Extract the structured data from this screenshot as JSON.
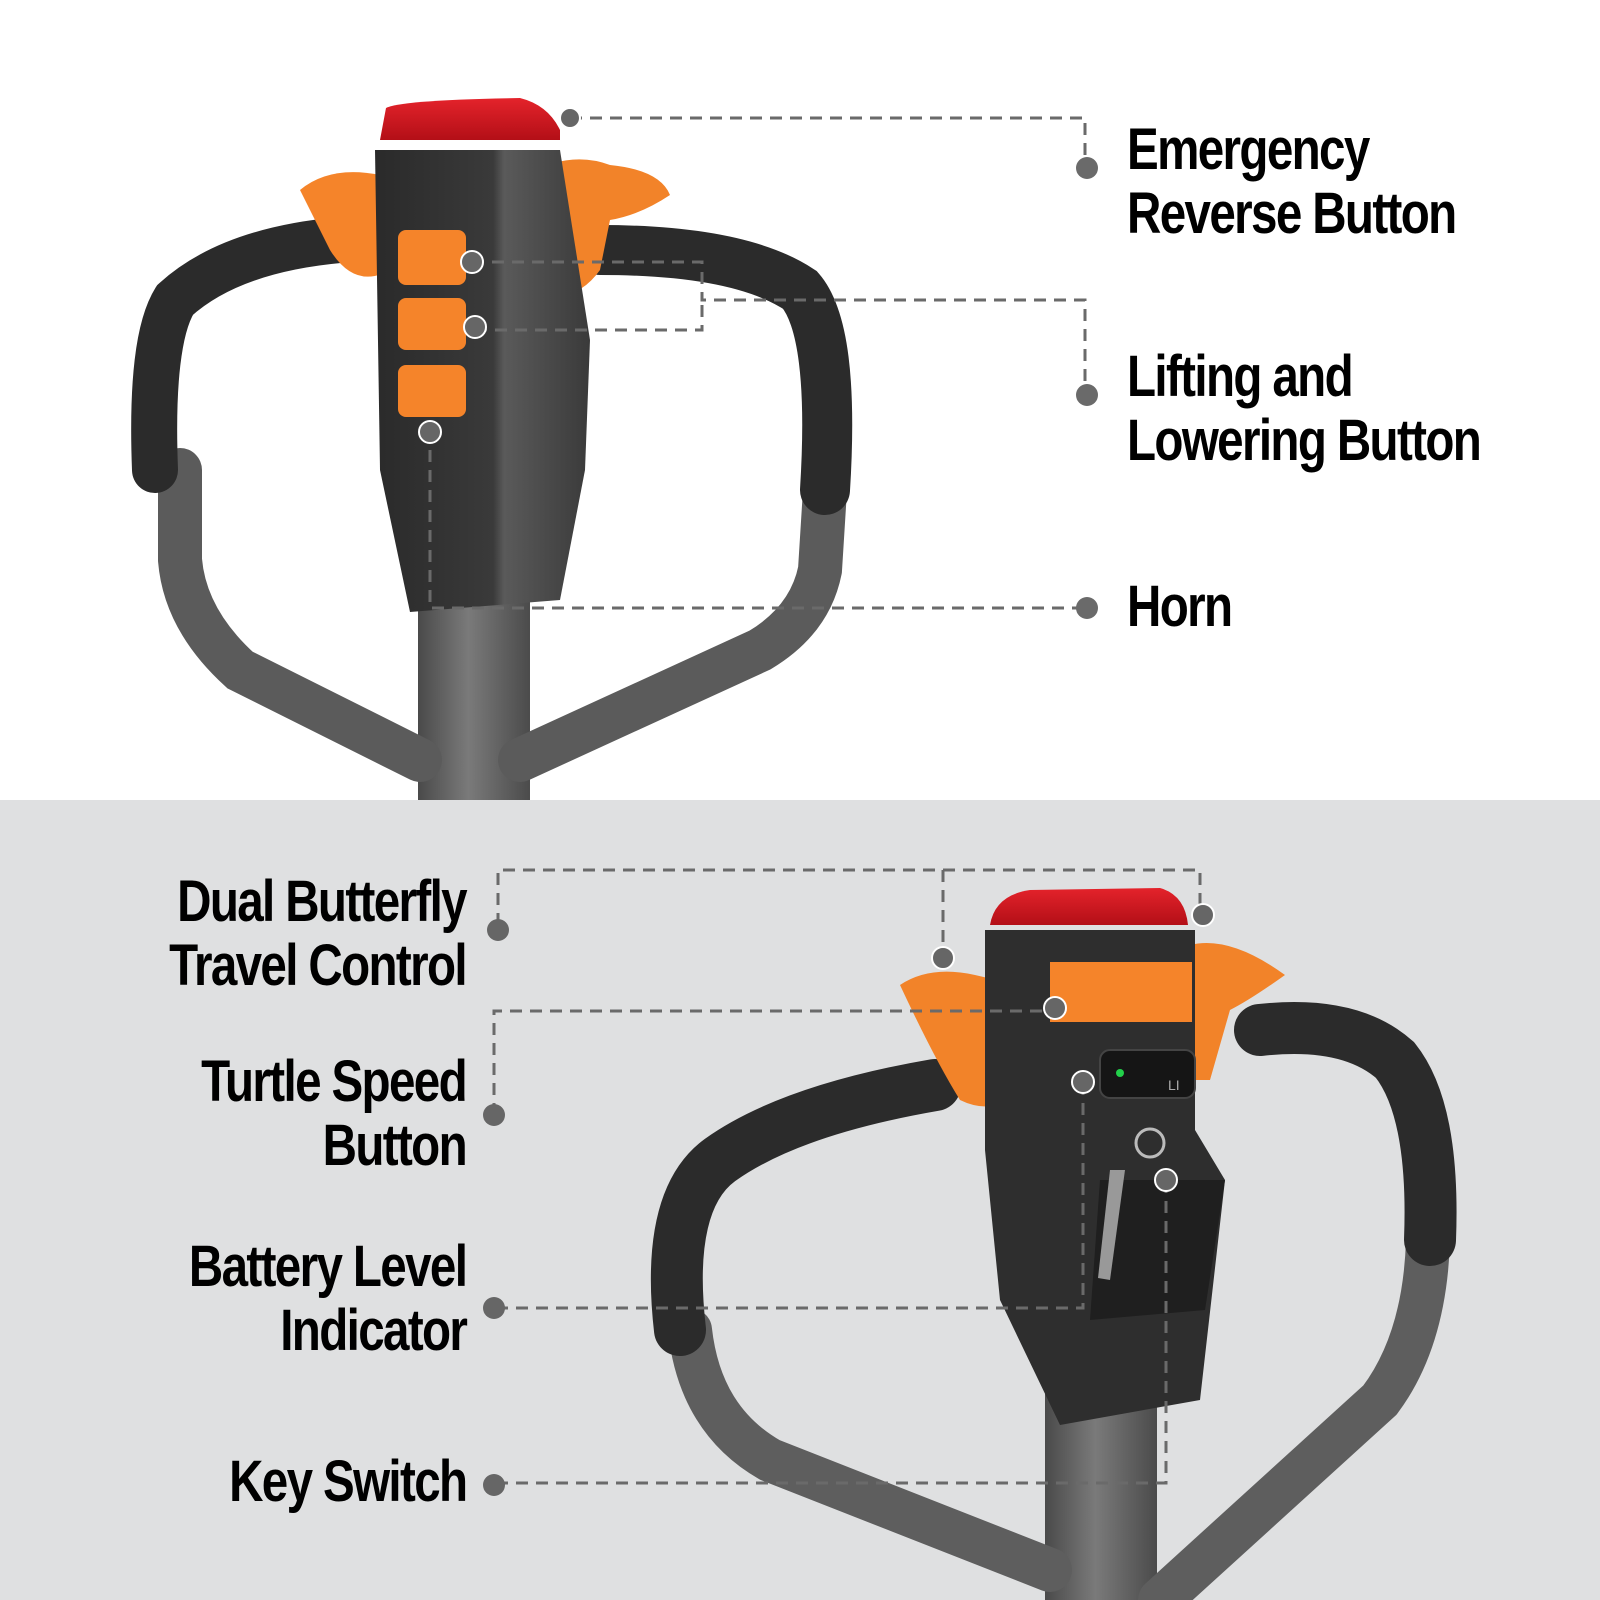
{
  "top_panel": {
    "background": "#ffffff",
    "callouts": [
      {
        "id": "emergency-reverse",
        "lines": [
          "Emergency",
          "Reverse Button"
        ]
      },
      {
        "id": "lifting-lowering",
        "lines": [
          "Lifting and",
          "Lowering Button"
        ]
      },
      {
        "id": "horn",
        "lines": [
          "Horn"
        ]
      }
    ]
  },
  "bottom_panel": {
    "background": "#dfe0e1",
    "callouts": [
      {
        "id": "dual-butterfly",
        "lines": [
          "Dual Butterfly",
          "Travel Control"
        ]
      },
      {
        "id": "turtle-speed",
        "lines": [
          "Turtle Speed",
          "Button"
        ]
      },
      {
        "id": "battery-level",
        "lines": [
          "Battery Level",
          "Indicator"
        ]
      },
      {
        "id": "key-switch",
        "lines": [
          "Key Switch"
        ]
      }
    ],
    "battery_display": {
      "label": "LI"
    }
  },
  "colors": {
    "emergency_red": "#d2121c",
    "accent_orange": "#f5842a",
    "handle_black": "#2b2b2b",
    "frame_gray": "#5e5e5e",
    "leader_gray": "#6a6a6a",
    "battery_led": "#22d04a"
  }
}
